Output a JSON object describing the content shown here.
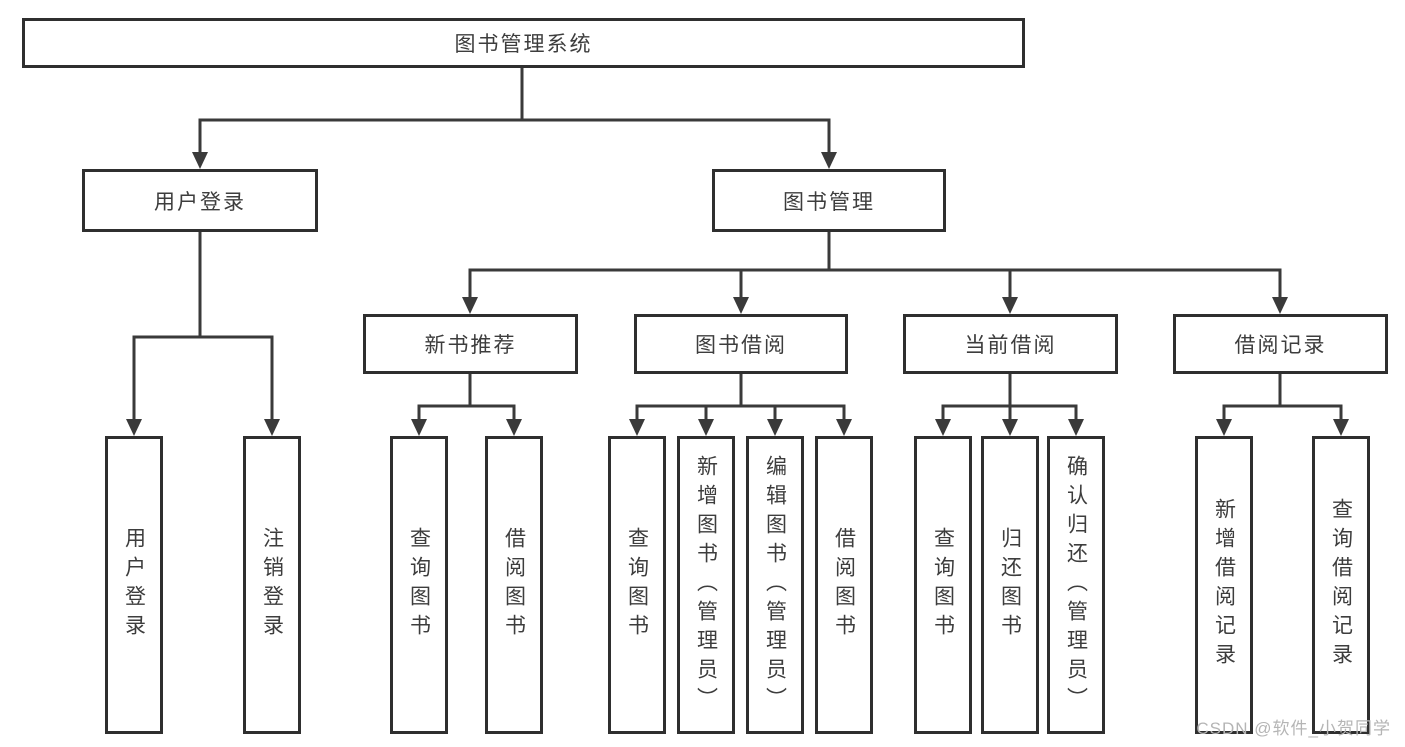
{
  "colors": {
    "page-bg": "#ffffff",
    "line": "#3a3a3a",
    "box-border": "#2f2f2f",
    "box-bg": "#ffffff",
    "text": "#3d3d3d",
    "watermark": "#b5b5b5"
  },
  "diagram": {
    "root": {
      "label": "图书管理系统"
    },
    "level2": [
      {
        "label": "用户登录"
      },
      {
        "label": "图书管理"
      }
    ],
    "level3": [
      {
        "label": "新书推荐"
      },
      {
        "label": "图书借阅"
      },
      {
        "label": "当前借阅"
      },
      {
        "label": "借阅记录"
      }
    ],
    "leaves": {
      "user_login": [
        "用户登录",
        "注销登录"
      ],
      "new_book": [
        "查询图书",
        "借阅图书"
      ],
      "book_borrow": [
        "查询图书",
        "新增图书（管理员）",
        "编辑图书（管理员）",
        "借阅图书"
      ],
      "current_borrow": [
        "查询图书",
        "归还图书",
        "确认归还（管理员）"
      ],
      "borrow_record": [
        "新增借阅记录",
        "查询借阅记录"
      ]
    }
  },
  "watermark": "CSDN @软件_小贺同学"
}
